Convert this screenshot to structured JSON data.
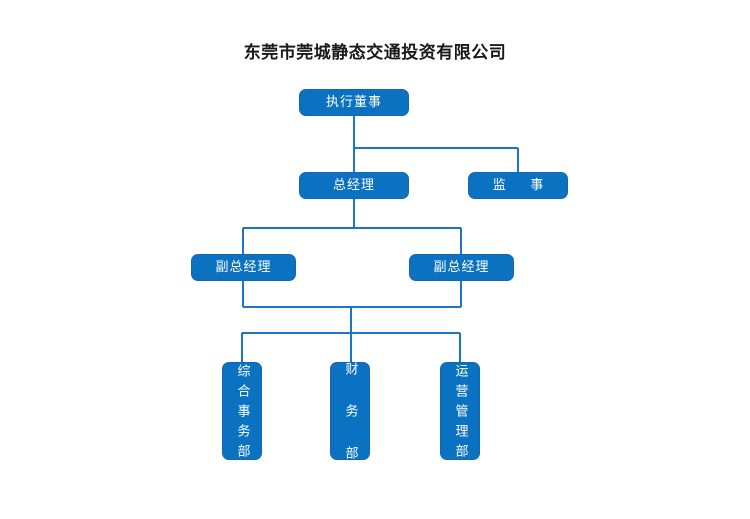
{
  "title": "东莞市莞城静态交通投资有限公司",
  "colors": {
    "node_fill": "#0B72C2",
    "node_border": "#1765B0",
    "connector": "#1B76C9",
    "node_text": "#FFFFFF",
    "title_text": "#1A1A1A",
    "background": "#FFFFFF"
  },
  "org": {
    "executive_director": "执行董事",
    "general_manager": "总经理",
    "supervisor": "监  事",
    "deputy_gm_left": "副总经理",
    "deputy_gm_right": "副总经理",
    "departments": [
      {
        "label": "综合事务部"
      },
      {
        "label": "财 务 部"
      },
      {
        "label": "运营管理部"
      }
    ]
  },
  "chart_data": {
    "type": "diagram",
    "title": "东莞市莞城静态交通投资有限公司",
    "nodes": [
      {
        "id": "executive-director",
        "label": "执行董事",
        "level": 0,
        "orientation": "horizontal"
      },
      {
        "id": "general-manager",
        "label": "总经理",
        "level": 1,
        "orientation": "horizontal"
      },
      {
        "id": "supervisor",
        "label": "监  事",
        "level": 1,
        "orientation": "horizontal"
      },
      {
        "id": "deputy-gm-left",
        "label": "副总经理",
        "level": 2,
        "orientation": "horizontal"
      },
      {
        "id": "deputy-gm-right",
        "label": "副总经理",
        "level": 2,
        "orientation": "horizontal"
      },
      {
        "id": "dept-general-affairs",
        "label": "综合事务部",
        "level": 3,
        "orientation": "vertical"
      },
      {
        "id": "dept-finance",
        "label": "财 务 部",
        "level": 3,
        "orientation": "vertical"
      },
      {
        "id": "dept-operations",
        "label": "运营管理部",
        "level": 3,
        "orientation": "vertical"
      }
    ],
    "edges": [
      {
        "from": "executive-director",
        "to": "general-manager"
      },
      {
        "from": "executive-director",
        "to": "supervisor"
      },
      {
        "from": "general-manager",
        "to": "deputy-gm-left"
      },
      {
        "from": "general-manager",
        "to": "deputy-gm-right"
      },
      {
        "from": "deputy-gm-left",
        "to": "dept-general-affairs"
      },
      {
        "from": "deputy-gm-left",
        "to": "dept-finance"
      },
      {
        "from": "deputy-gm-left",
        "to": "dept-operations"
      },
      {
        "from": "deputy-gm-right",
        "to": "dept-general-affairs"
      },
      {
        "from": "deputy-gm-right",
        "to": "dept-finance"
      },
      {
        "from": "deputy-gm-right",
        "to": "dept-operations"
      }
    ]
  }
}
